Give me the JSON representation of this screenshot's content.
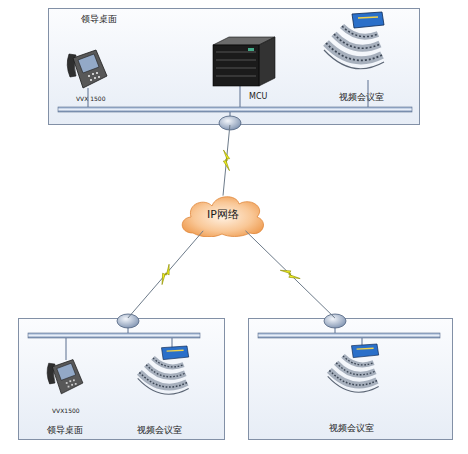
{
  "diagram": {
    "nodes": [
      {
        "text": [
          "领导桌面",
          "VVX 1500",
          "MCU",
          "视频会议室"
        ]
      },
      {
        "text": [
          "IP网络"
        ]
      },
      {
        "text": [
          "VVX1500",
          "领导桌面",
          "视频会议室"
        ]
      },
      {
        "text": [
          "视频会议室"
        ]
      }
    ],
    "edges": [
      {
        "from": 0,
        "to": 1,
        "arrow": "none"
      },
      {
        "from": 1,
        "to": 2,
        "arrow": "none"
      },
      {
        "from": 1,
        "to": 3,
        "arrow": "none"
      }
    ]
  }
}
